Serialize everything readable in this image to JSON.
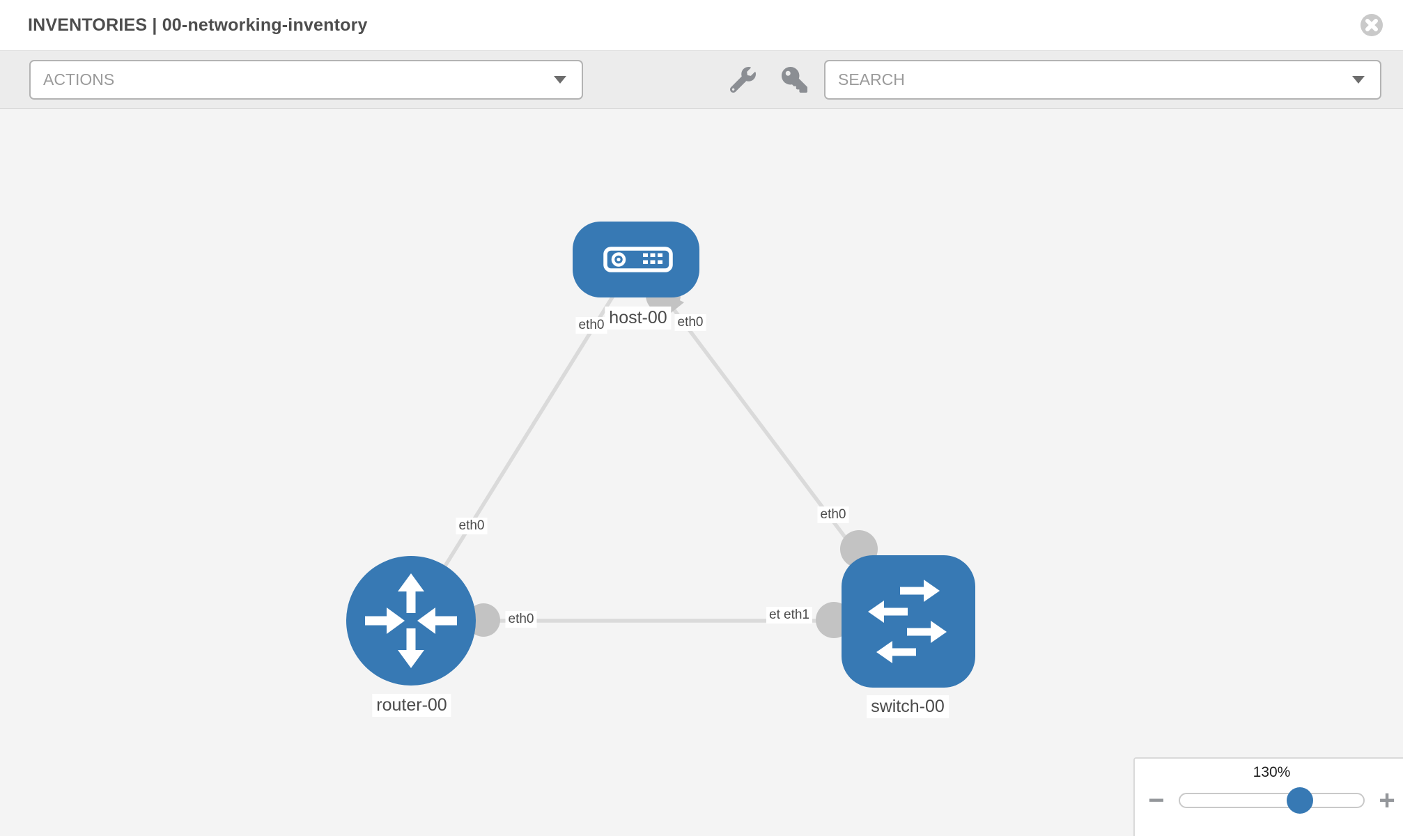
{
  "header": {
    "title": "INVENTORIES | 00-networking-inventory"
  },
  "toolbar": {
    "actions": {
      "placeholder": "ACTIONS"
    },
    "search": {
      "placeholder": "SEARCH"
    }
  },
  "diagram": {
    "nodes": [
      {
        "label": "host-00",
        "type": "host",
        "shape": "rounded-rect"
      },
      {
        "label": "router-00",
        "type": "router",
        "shape": "circle"
      },
      {
        "label": "switch-00",
        "type": "switch",
        "shape": "rounded-square"
      }
    ],
    "links": [
      {
        "source": "router-00",
        "target": "host-00",
        "source_label": "eth0",
        "target_label": "eth0"
      },
      {
        "source": "switch-00",
        "target": "host-00",
        "source_label": "eth0",
        "target_label": "eth0",
        "arrowhead": "toward host-00"
      },
      {
        "source": "router-00",
        "target": "switch-00",
        "source_label": "eth0",
        "target_label": "eth1",
        "target_label_under": "eth0"
      }
    ]
  },
  "zoom_control": {
    "level": "130%",
    "minus_label": "−",
    "plus_label": "+"
  },
  "colors": {
    "node_blue": "#3779b4",
    "edge_gray": "#dadada",
    "connector_gray": "#c3c3c3",
    "label_text": "#4b4b4b",
    "toolbar_bg": "#ececec",
    "canvas_bg": "#f4f4f4",
    "close_gray": "#c9c9c9"
  }
}
